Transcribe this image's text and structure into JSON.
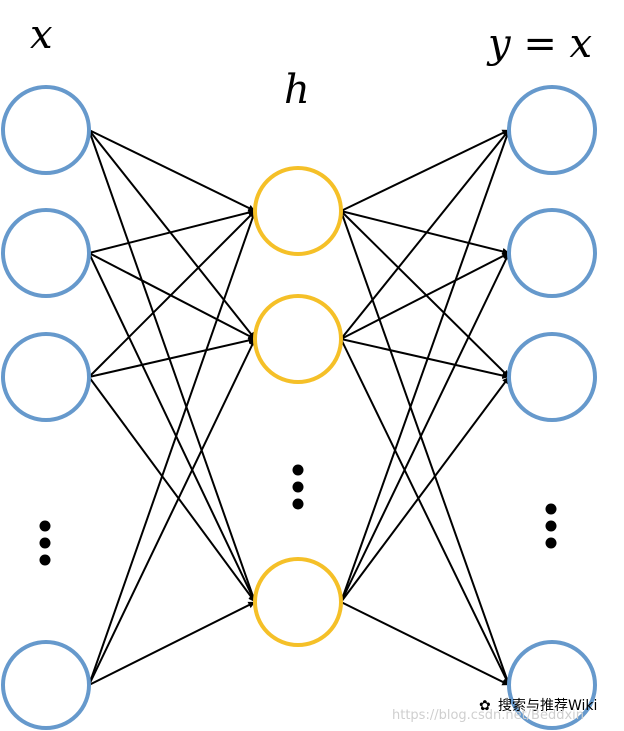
{
  "labels": {
    "input": "x",
    "hidden": "h",
    "output": "y = x"
  },
  "colors": {
    "input_node": "#6699cc",
    "hidden_node": "#f5c028",
    "output_node": "#6699cc",
    "edge": "#000000",
    "watermark_url": "#cfcfcf"
  },
  "watermark": {
    "brand": "搜索与推荐Wiki",
    "url": "https://blog.csdn.net/Beddxin"
  },
  "network": {
    "input_nodes_shown": 4,
    "hidden_nodes_shown": 3,
    "output_nodes_shown": 4,
    "ellipsis": true,
    "fully_connected": true
  }
}
